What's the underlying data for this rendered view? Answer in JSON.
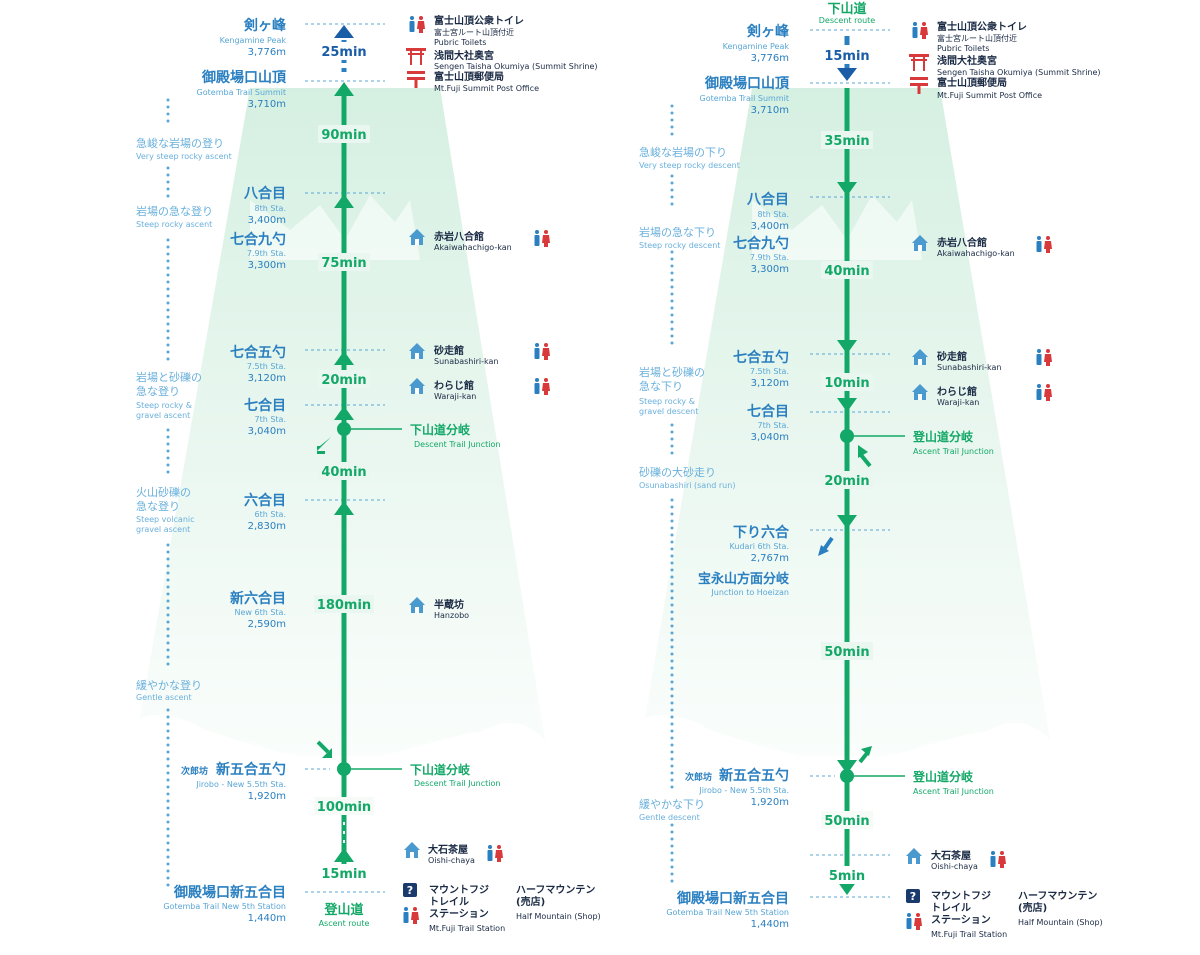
{
  "colors": {
    "blue": "#2a7fc0",
    "green": "#13a867",
    "navy": "#1a3a6e",
    "red": "#d8393a",
    "light_blue": "#6ab0dc"
  },
  "routes": [
    {
      "route_name_jp": "登山道",
      "route_name_en": "Ascent route",
      "stations": [
        {
          "jp": "剣ヶ峰",
          "en": "Kengamine Peak",
          "alt": "3,776m"
        },
        {
          "jp": "御殿場口山頂",
          "en": "Gotemba Trail Summit",
          "alt": "3,710m"
        },
        {
          "jp": "八合目",
          "en": "8th Sta.",
          "alt": "3,400m"
        },
        {
          "jp": "七合九勺",
          "en": "7.9th Sta.",
          "alt": "3,300m"
        },
        {
          "jp": "七合五勺",
          "en": "7.5th Sta.",
          "alt": "3,120m"
        },
        {
          "jp": "七合目",
          "en": "7th Sta.",
          "alt": "3,040m"
        },
        {
          "jp": "六合目",
          "en": "6th Sta.",
          "alt": "2,830m"
        },
        {
          "jp": "新六合目",
          "en": "New 6th Sta.",
          "alt": "2,590m"
        },
        {
          "prefix": "次郎坊",
          "jp": "新五合五勺",
          "en": "Jirobo - New 5.5th Sta.",
          "alt": "1,920m"
        },
        {
          "jp": "御殿場口新五合目",
          "en": "Gotemba Trail New 5th Station",
          "alt": "1,440m"
        }
      ],
      "times": [
        "25min",
        "90min",
        "75min",
        "20min",
        "40min",
        "180min",
        "100min",
        "15min"
      ],
      "terrain": [
        {
          "jp": "急峻な岩場の登り",
          "en": "Very steep rocky ascent"
        },
        {
          "jp": "岩場の急な登り",
          "en": "Steep rocky ascent"
        },
        {
          "jp": "岩場と砂礫の\n急な登り",
          "en": "Steep rocky &\ngravel ascent"
        },
        {
          "jp": "火山砂礫の\n急な登り",
          "en": "Steep volcanic\ngravel ascent"
        },
        {
          "jp": "緩やかな登り",
          "en": "Gentle ascent"
        }
      ],
      "junctions": [
        {
          "jp": "下山道分岐",
          "en": "Descent Trail Junction"
        },
        {
          "jp": "下山道分岐",
          "en": "Descent Trail Junction"
        }
      ],
      "facilities": {
        "summit": [
          {
            "icon": "toilet-icon",
            "jp": "富士山頂公衆トイレ",
            "sub": "富士宮ルート山頂付近",
            "en": "Pubric Toilets"
          },
          {
            "icon": "shrine-icon",
            "jp": "浅間大社奥宮",
            "en": "Sengen Taisha Okumiya (Summit Shrine)"
          },
          {
            "icon": "post-office-icon",
            "jp": "富士山頂郵便局",
            "en": "Mt.Fuji Summit Post Office"
          }
        ],
        "huts": [
          {
            "jp": "赤岩八合館",
            "en": "Akaiwahachigo-kan"
          },
          {
            "jp": "砂走館",
            "en": "Sunabashiri-kan"
          },
          {
            "jp": "わらじ館",
            "en": "Waraji-kan"
          },
          {
            "jp": "半蔵坊",
            "en": "Hanzobo"
          },
          {
            "jp": "大石茶屋",
            "en": "Oishi-chaya"
          }
        ],
        "bottom": [
          {
            "icon": "info-icon",
            "jp": "マウントフジ\nトレイル\nステーション",
            "en": "Mt.Fuji Trail Station"
          },
          {
            "jp": "ハーフマウンテン\n(売店)",
            "en": "Half Mountain (Shop)"
          }
        ]
      }
    },
    {
      "route_name_jp": "下山道",
      "route_name_en": "Descent route",
      "stations": [
        {
          "jp": "剣ヶ峰",
          "en": "Kengamine Peak",
          "alt": "3,776m"
        },
        {
          "jp": "御殿場口山頂",
          "en": "Gotemba Trail Summit",
          "alt": "3,710m"
        },
        {
          "jp": "八合目",
          "en": "8th Sta.",
          "alt": "3,400m"
        },
        {
          "jp": "七合九勺",
          "en": "7.9th Sta.",
          "alt": "3,300m"
        },
        {
          "jp": "七合五勺",
          "en": "7.5th Sta.",
          "alt": "3,120m"
        },
        {
          "jp": "七合目",
          "en": "7th Sta.",
          "alt": "3,040m"
        },
        {
          "jp": "下り六合",
          "en": "Kudari 6th Sta.",
          "alt": "2,767m"
        },
        {
          "jp": "宝永山方面分岐",
          "en": "Junction to Hoeizan",
          "alt": ""
        },
        {
          "prefix": "次郎坊",
          "jp": "新五合五勺",
          "en": "Jirobo - New 5.5th Sta.",
          "alt": "1,920m"
        },
        {
          "jp": "御殿場口新五合目",
          "en": "Gotemba Trail New 5th Station",
          "alt": "1,440m"
        }
      ],
      "times": [
        "15min",
        "35min",
        "40min",
        "10min",
        "20min",
        "50min",
        "50min",
        "5min"
      ],
      "terrain": [
        {
          "jp": "急峻な岩場の下り",
          "en": "Very steep rocky descent"
        },
        {
          "jp": "岩場の急な下り",
          "en": "Steep rocky descent"
        },
        {
          "jp": "岩場と砂礫の\n急な下り",
          "en": "Steep rocky &\ngravel descent"
        },
        {
          "jp": "砂礫の大砂走り",
          "en": "Osunabashiri (sand run)"
        },
        {
          "jp": "緩やかな下り",
          "en": "Gentle descent"
        }
      ],
      "junctions": [
        {
          "jp": "登山道分岐",
          "en": "Ascent Trail Junction"
        },
        {
          "jp": "登山道分岐",
          "en": "Ascent Trail Junction"
        }
      ],
      "facilities": {
        "summit": [
          {
            "icon": "toilet-icon",
            "jp": "富士山頂公衆トイレ",
            "sub": "富士宮ルート山頂付近",
            "en": "Pubric Toilets"
          },
          {
            "icon": "shrine-icon",
            "jp": "浅間大社奥宮",
            "en": "Sengen Taisha Okumiya (Summit Shrine)"
          },
          {
            "icon": "post-office-icon",
            "jp": "富士山頂郵便局",
            "en": "Mt.Fuji Summit Post Office"
          }
        ],
        "huts": [
          {
            "jp": "赤岩八合館",
            "en": "Akaiwahachigo-kan"
          },
          {
            "jp": "砂走館",
            "en": "Sunabashiri-kan"
          },
          {
            "jp": "わらじ館",
            "en": "Waraji-kan"
          },
          {
            "jp": "大石茶屋",
            "en": "Oishi-chaya"
          }
        ],
        "bottom": [
          {
            "icon": "info-icon",
            "jp": "マウントフジ\nトレイル\nステーション",
            "en": "Mt.Fuji Trail Station"
          },
          {
            "jp": "ハーフマウンテン\n(売店)",
            "en": "Half Mountain (Shop)"
          }
        ]
      }
    }
  ]
}
